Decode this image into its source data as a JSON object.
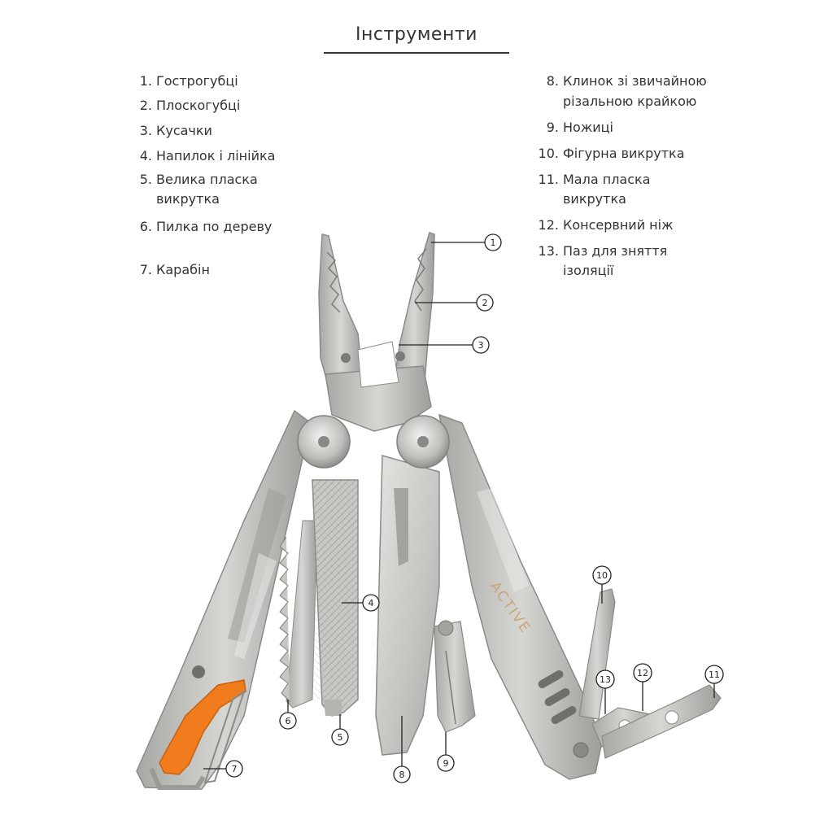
{
  "title": "Інструменти",
  "legend_left": [
    {
      "num": "1.",
      "lines": [
        "Гострогубці"
      ]
    },
    {
      "num": "2.",
      "lines": [
        "Плоскогубці"
      ]
    },
    {
      "num": "3.",
      "lines": [
        "Кусачки"
      ]
    },
    {
      "num": "4.",
      "lines": [
        "Напилок і лінійка"
      ]
    },
    {
      "num": "5.",
      "lines": [
        "Велика пласка",
        "викрутка"
      ]
    },
    {
      "num": "6.",
      "lines": [
        "Пилка по дереву"
      ]
    },
    {
      "num": "7.",
      "lines": [
        "Карабін"
      ]
    }
  ],
  "legend_right": [
    {
      "num": "8.",
      "lines": [
        "Клинок зі звичайною",
        "різальною крайкою"
      ]
    },
    {
      "num": "9.",
      "lines": [
        "Ножиці"
      ]
    },
    {
      "num": "10.",
      "lines": [
        "Фігурна викрутка"
      ]
    },
    {
      "num": "11.",
      "lines": [
        "Мала пласка",
        "викрутка"
      ]
    },
    {
      "num": "12.",
      "lines": [
        "Консервний ніж"
      ]
    },
    {
      "num": "13.",
      "lines": [
        "Паз для зняття",
        "ізоляції"
      ]
    }
  ],
  "callouts": [
    "1",
    "2",
    "3",
    "4",
    "5",
    "6",
    "7",
    "8",
    "9",
    "10",
    "11",
    "12",
    "13"
  ],
  "brand": "ACTIVE",
  "colors": {
    "steel": "#b9b9b6",
    "steel_dark": "#8e8e8b",
    "steel_light": "#dcdcd9",
    "orange": "#f07c1e",
    "text": "#333333"
  }
}
